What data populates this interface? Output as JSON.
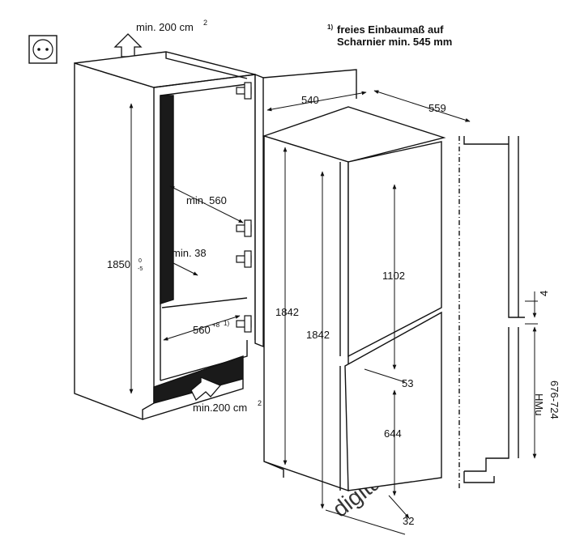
{
  "footnote": {
    "marker": "1)",
    "line1": "freies Einbaumaß auf",
    "line2": "Scharnier min. 545 mm"
  },
  "vent_top": {
    "label": "min. 200 cm",
    "sup": "2"
  },
  "vent_bottom": {
    "label": "min.200 cm",
    "sup": "2"
  },
  "niche": {
    "height": "1850",
    "height_tol_upper": "0",
    "height_tol_lower": "-5",
    "depth": "min. 560",
    "gap": "min. 38",
    "width": "560",
    "width_tol": "+8",
    "width_note": "1)"
  },
  "appliance": {
    "width": "540",
    "depth": "559",
    "height_body": "1842",
    "height_front": "1842",
    "upper_door": "1102",
    "door_gap": "53",
    "lower_door": "644",
    "plinth": "32"
  },
  "door_side": {
    "gap": "4",
    "hmu_label": "HMu",
    "hmu_range": "676-724"
  },
  "watermark": "digitalko.hu",
  "colors": {
    "line": "#111111",
    "niche_dark": "#1a1a1a",
    "watermark": "#c8c8c8"
  }
}
